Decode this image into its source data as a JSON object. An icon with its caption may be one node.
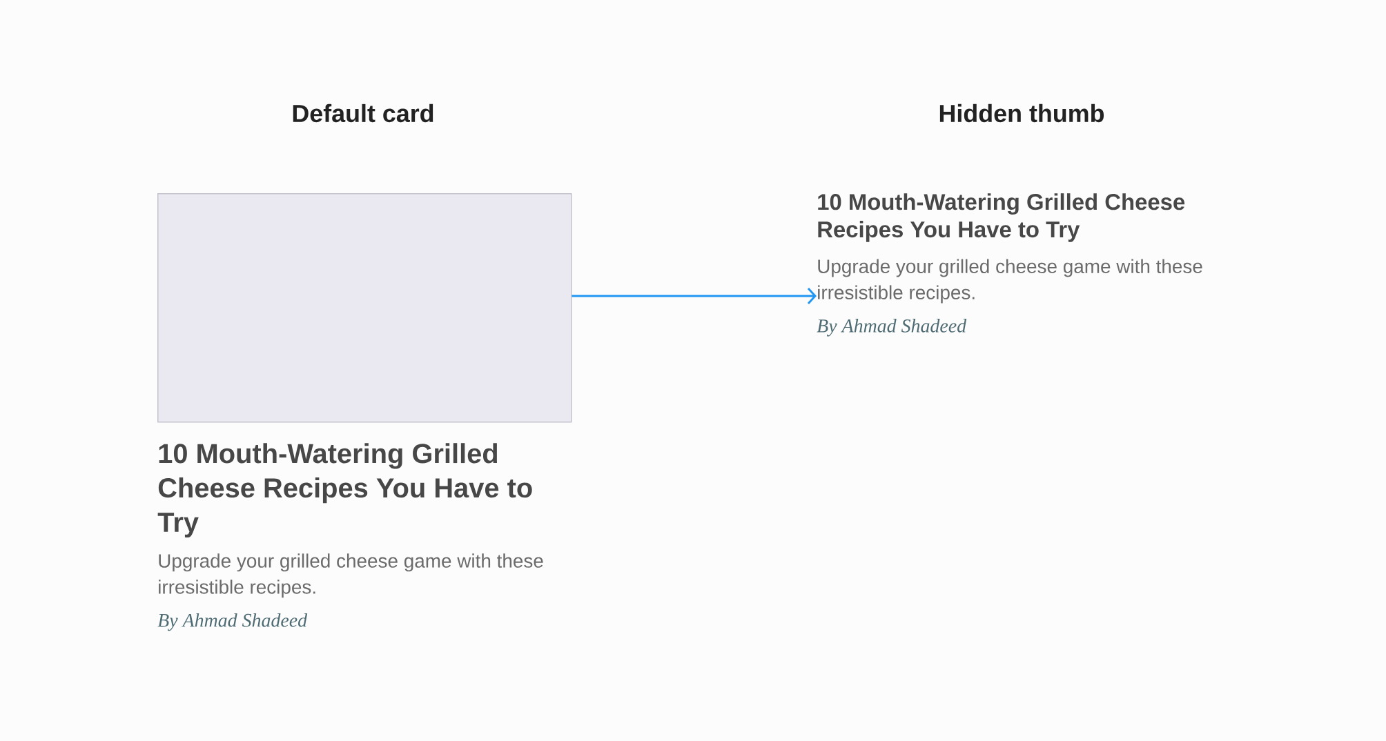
{
  "diagram": {
    "nodes": [
      {
        "text": [
          "10 Mouth-Watering Grilled Cheese Recipes You Have to Try",
          "Upgrade your grilled cheese game with these irresistible recipes.",
          "By Ahmad Shadeed"
        ]
      },
      {
        "text": [],
        "shape": "box",
        "in": 0
      },
      {
        "text": [
          "10 Mouth-Watering Grilled Cheese Recipes You Have to Try",
          "Upgrade your grilled cheese game with these irresistible recipes.",
          "By Ahmad Shadeed"
        ]
      }
    ],
    "edges": [
      {
        "from": 0,
        "to": 2,
        "arrow": "to"
      }
    ],
    "labels": [
      "Default card",
      "Hidden thumb"
    ]
  }
}
